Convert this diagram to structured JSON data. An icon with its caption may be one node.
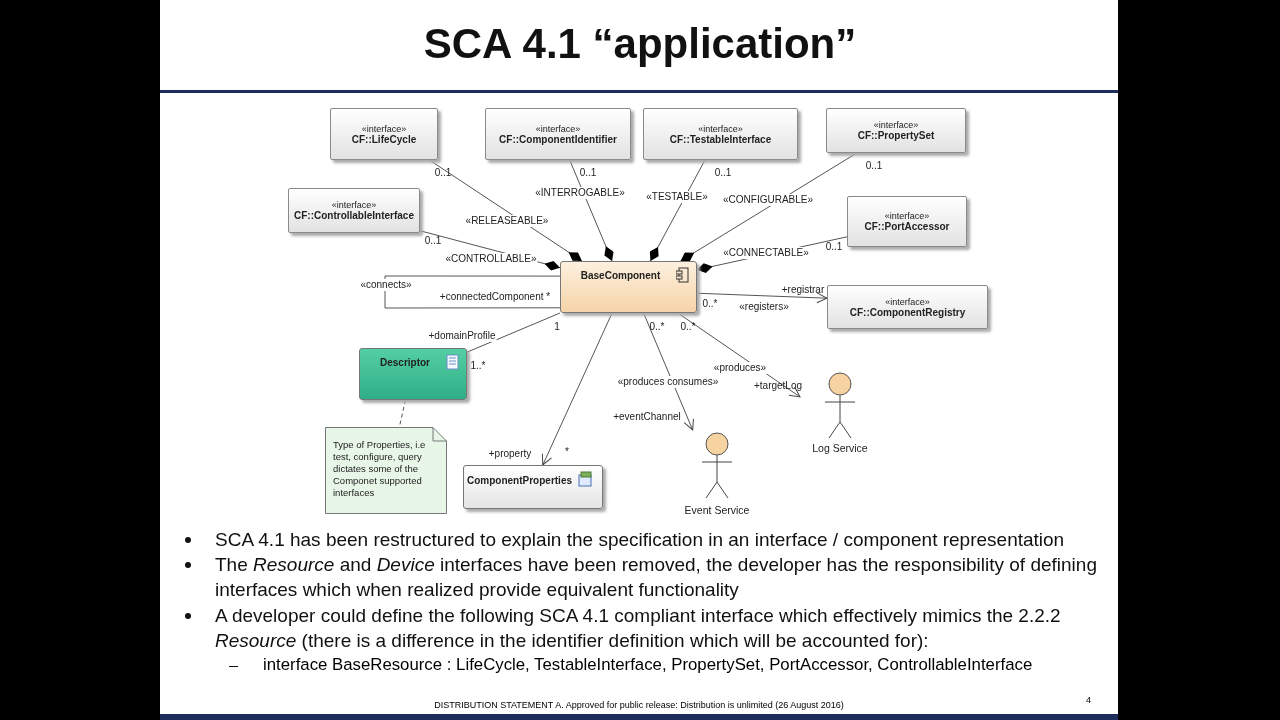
{
  "diagram": {
    "title": "SCA 4.1 “application”",
    "nodes": [
      {
        "text": [
          "«interface»",
          "CF::LifeCycle"
        ]
      },
      {
        "text": [
          "«interface»",
          "CF::ComponentIdentifier"
        ]
      },
      {
        "text": [
          "«interface»",
          "CF::TestableInterface"
        ]
      },
      {
        "text": [
          "«interface»",
          "CF::PropertySet"
        ]
      },
      {
        "text": [
          "«interface»",
          "CF::ControllableInterface"
        ]
      },
      {
        "text": [
          "«interface»",
          "CF::PortAccessor"
        ]
      },
      {
        "text": [
          "BaseComponent"
        ]
      },
      {
        "text": [
          "«interface»",
          "CF::ComponentRegistry"
        ]
      },
      {
        "text": [
          "Descriptor"
        ]
      },
      {
        "text": [
          "Type of Properties, i.e test, configure, query dictates some of the Componet supported interfaces"
        ]
      },
      {
        "text": [
          "ComponentProperties"
        ]
      },
      {
        "text": [
          "Log Service"
        ]
      },
      {
        "text": [
          "Event Service"
        ]
      }
    ],
    "edges": [
      {
        "from": 6,
        "to": 0,
        "arrow": "other",
        "label": "«RELEASEABLE»"
      },
      {
        "from": 6,
        "to": 1,
        "arrow": "other",
        "label": "«INTERROGABLE»"
      },
      {
        "from": 6,
        "to": 2,
        "arrow": "other",
        "label": "«TESTABLE»"
      },
      {
        "from": 6,
        "to": 3,
        "arrow": "other",
        "label": "«CONFIGURABLE»"
      },
      {
        "from": 6,
        "to": 4,
        "arrow": "other",
        "label": "«CONTROLLABLE»"
      },
      {
        "from": 6,
        "to": 5,
        "arrow": "other",
        "label": "«CONNECTABLE»"
      },
      {
        "from": 6,
        "to": 6,
        "arrow": "none",
        "label": "«connects»"
      },
      {
        "from": 6,
        "to": 7,
        "arrow": "to",
        "label": "«registers»"
      },
      {
        "from": 6,
        "to": 8,
        "arrow": "none",
        "label": "+domainProfile"
      },
      {
        "from": 8,
        "to": 9,
        "arrow": "none",
        "style": "dashed"
      },
      {
        "from": 6,
        "to": 10,
        "arrow": "to",
        "label": "+property"
      },
      {
        "from": 6,
        "to": 12,
        "arrow": "to",
        "label": "«produces consumes»"
      },
      {
        "from": 6,
        "to": 11,
        "arrow": "to",
        "label": "«produces»"
      }
    ],
    "labels": [
      "0..1",
      "0..1",
      "0..1",
      "0..1",
      "0..1",
      "0..1",
      "+connectedComponent *",
      "+registrar",
      "0..*",
      "1",
      "1..*",
      "*",
      "0..*",
      "+eventChannel",
      "0..*",
      "+targetLog",
      "SCA 4.1 has been restructured to explain the specification in an interface / component representation",
      "The *Resource* and *Device* interfaces have been removed, the developer has the responsibility of defining interfaces which when realized provide equivalent functionality",
      "A developer could define the following  SCA 4.1 compliant interface which effectively mimics the 2.2.2 *Resource* (there is a difference in the identifier definition which will be accounted for):",
      "interface BaseResource : LifeCycle, TestableInterface, PropertySet, PortAccessor, ControllableInterface",
      "DISTRIBUTION STATEMENT A. Approved for public release: Distribution is unlimited (26 August 2016)",
      "4"
    ]
  }
}
